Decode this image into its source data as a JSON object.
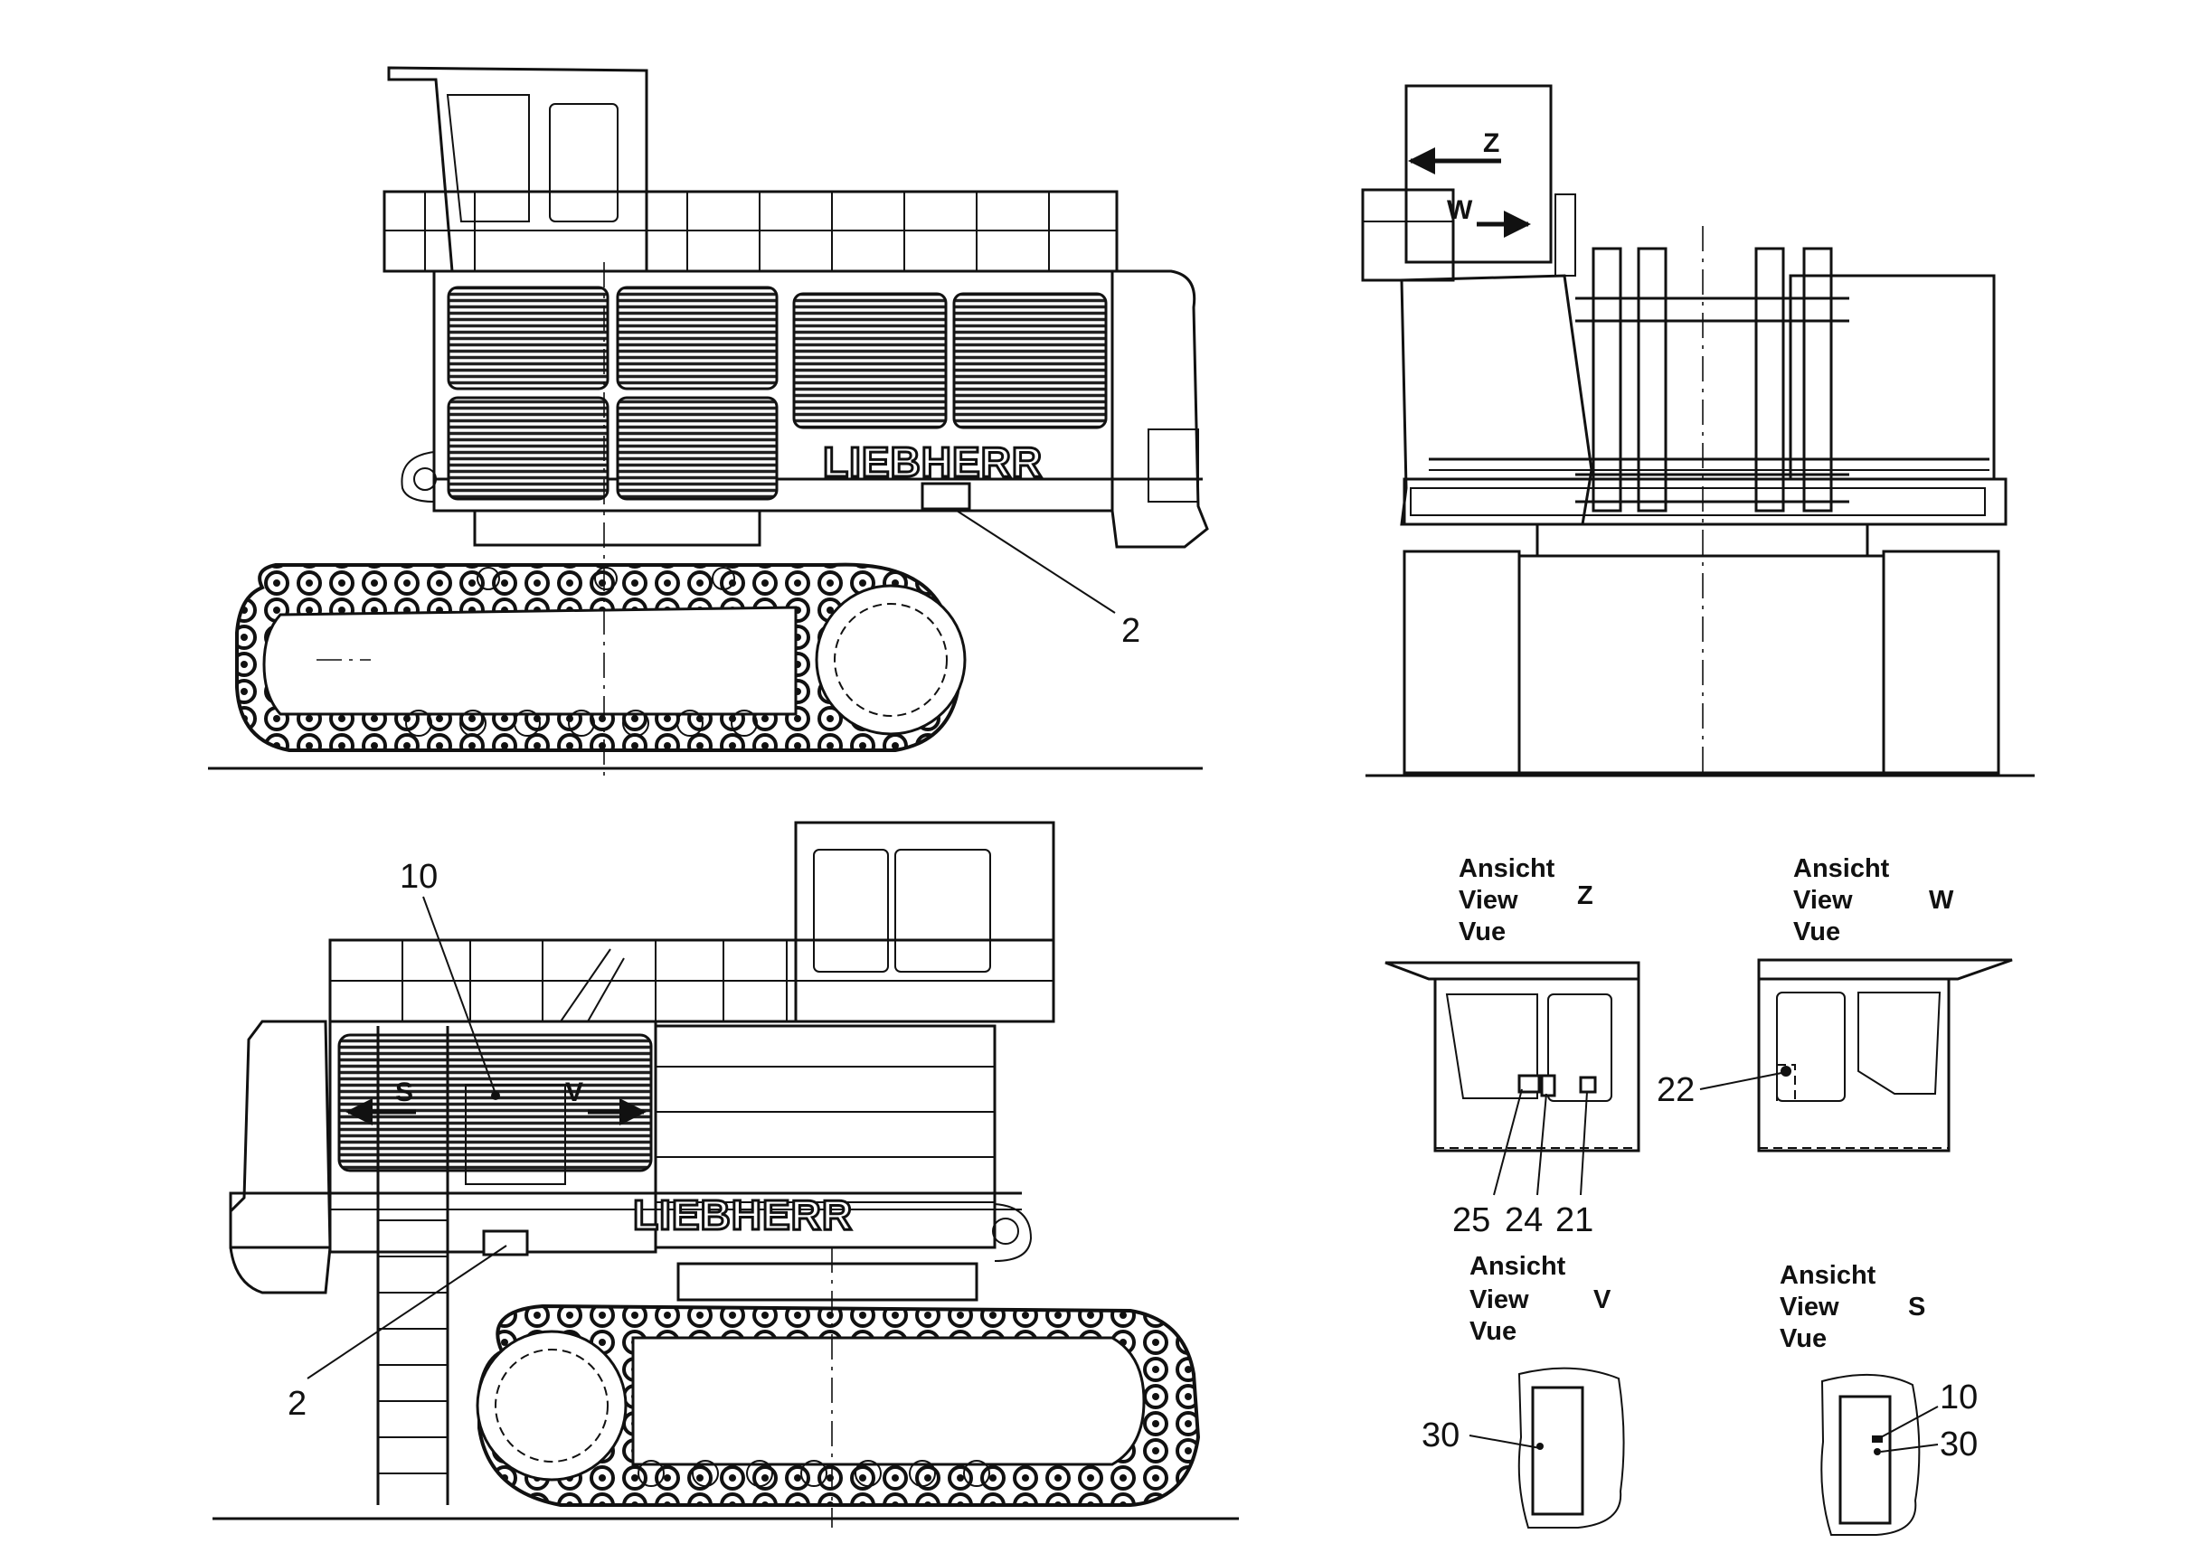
{
  "brand": "LIEBHERR",
  "views": {
    "z": {
      "l1": "Ansicht",
      "l2": "View",
      "l3": "Vue",
      "letter": "Z"
    },
    "w": {
      "l1": "Ansicht",
      "l2": "View",
      "l3": "Vue",
      "letter": "W"
    },
    "v": {
      "l1": "Ansicht",
      "l2": "View",
      "l3": "Vue",
      "letter": "V"
    },
    "s": {
      "l1": "Ansicht",
      "l2": "View",
      "l3": "Vue",
      "letter": "S"
    }
  },
  "arrows": {
    "z": "Z",
    "w": "W",
    "s": "S",
    "v": "V"
  },
  "callouts": {
    "top_left_2": "2",
    "bottom_left_10": "10",
    "bottom_left_2": "2",
    "z_25": "25",
    "z_24": "24",
    "z_21": "21",
    "w_22": "22",
    "v_30": "30",
    "s_10": "10",
    "s_30": "30"
  }
}
